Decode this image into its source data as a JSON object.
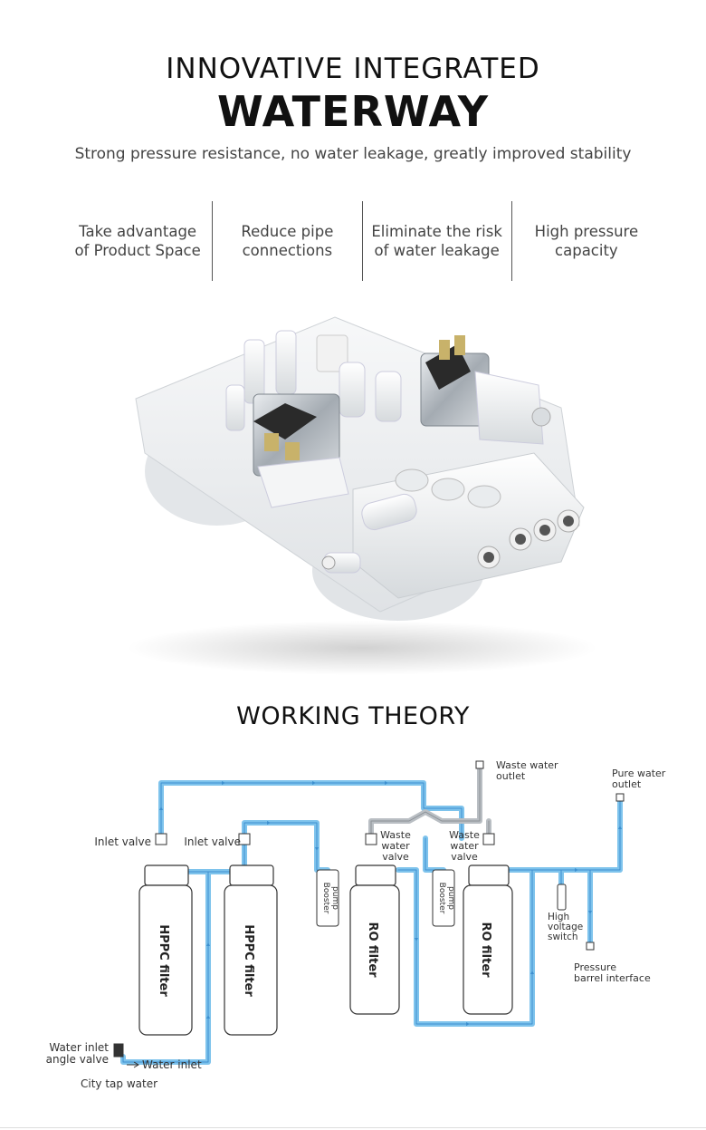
{
  "hero": {
    "title_line1": "INNOVATIVE INTEGRATED",
    "title_line2": "WATERWAY",
    "subtitle": "Strong pressure resistance, no water leakage, greatly improved stability"
  },
  "features": [
    {
      "line1": "Take advantage",
      "line2": "of Product Space"
    },
    {
      "line1": "Reduce pipe",
      "line2": "connections"
    },
    {
      "line1": "Eliminate the risk",
      "line2": "of water leakage"
    },
    {
      "line1": "High pressure",
      "line2": "capacity"
    }
  ],
  "working_theory": {
    "title": "WORKING THEORY",
    "filters": {
      "hppc_1": "HPPC filter",
      "hppc_2": "HPPC filter",
      "ro_1": "RO filter",
      "ro_2": "RO filter"
    },
    "labels": {
      "inlet_valve_1": "Inlet valve",
      "inlet_valve_2": "Inlet valve",
      "waste_valve_1": [
        "Waste",
        "water",
        "valve"
      ],
      "waste_valve_2": [
        "Waste",
        "water",
        "valve"
      ],
      "booster_pump_1": [
        "Booster",
        "pump"
      ],
      "booster_pump_2": [
        "Booster",
        "pump"
      ],
      "waste_outlet": [
        "Waste water",
        "outlet"
      ],
      "pure_outlet": [
        "Pure water",
        "outlet"
      ],
      "high_voltage_switch": [
        "High",
        "voltage",
        "switch"
      ],
      "pressure_barrel": [
        "Pressure",
        "barrel interface"
      ],
      "angle_valve": [
        "Water inlet",
        "angle valve"
      ],
      "water_inlet": "Water inlet",
      "city_tap": "City tap water"
    }
  },
  "colors": {
    "pipe_blue": "#7ec3ec",
    "pipe_blue_dark": "#3d8fcf",
    "pipe_grey": "#b9bec3"
  }
}
